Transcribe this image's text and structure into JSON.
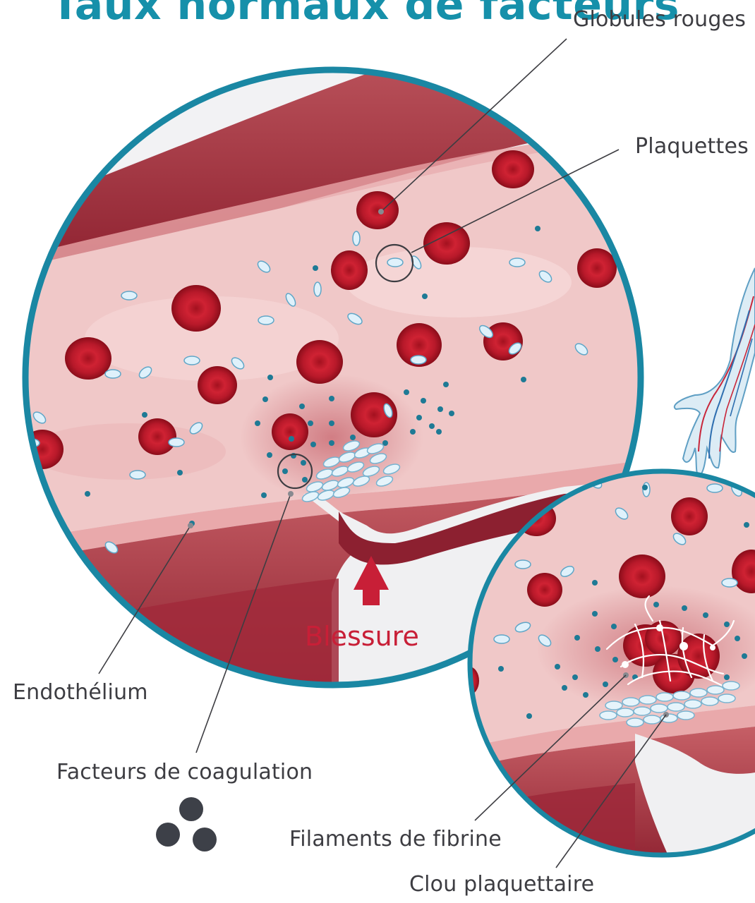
{
  "title": "Taux normaux de facteurs",
  "labels": {
    "red_cells": "Globules rouges",
    "platelets": "Plaquettes",
    "endothelium": "Endothélium",
    "coag_factors": "Facteurs de coagulation",
    "injury": "Blessure",
    "fibrin": "Filaments de fibrine",
    "plug": "Clou plaquettaire"
  },
  "colors": {
    "ring": "#1a87a3",
    "title": "#1690aa",
    "injury": "#c81f37",
    "red_cell": "#c41e2d",
    "platelet": "#dff1fb",
    "factor": "#1e7a95",
    "vessel_bg": "#efc3c3",
    "vessel_wall": "#9b2838",
    "label_text": "#3d3d42",
    "legend_dots": "#3d4048"
  }
}
